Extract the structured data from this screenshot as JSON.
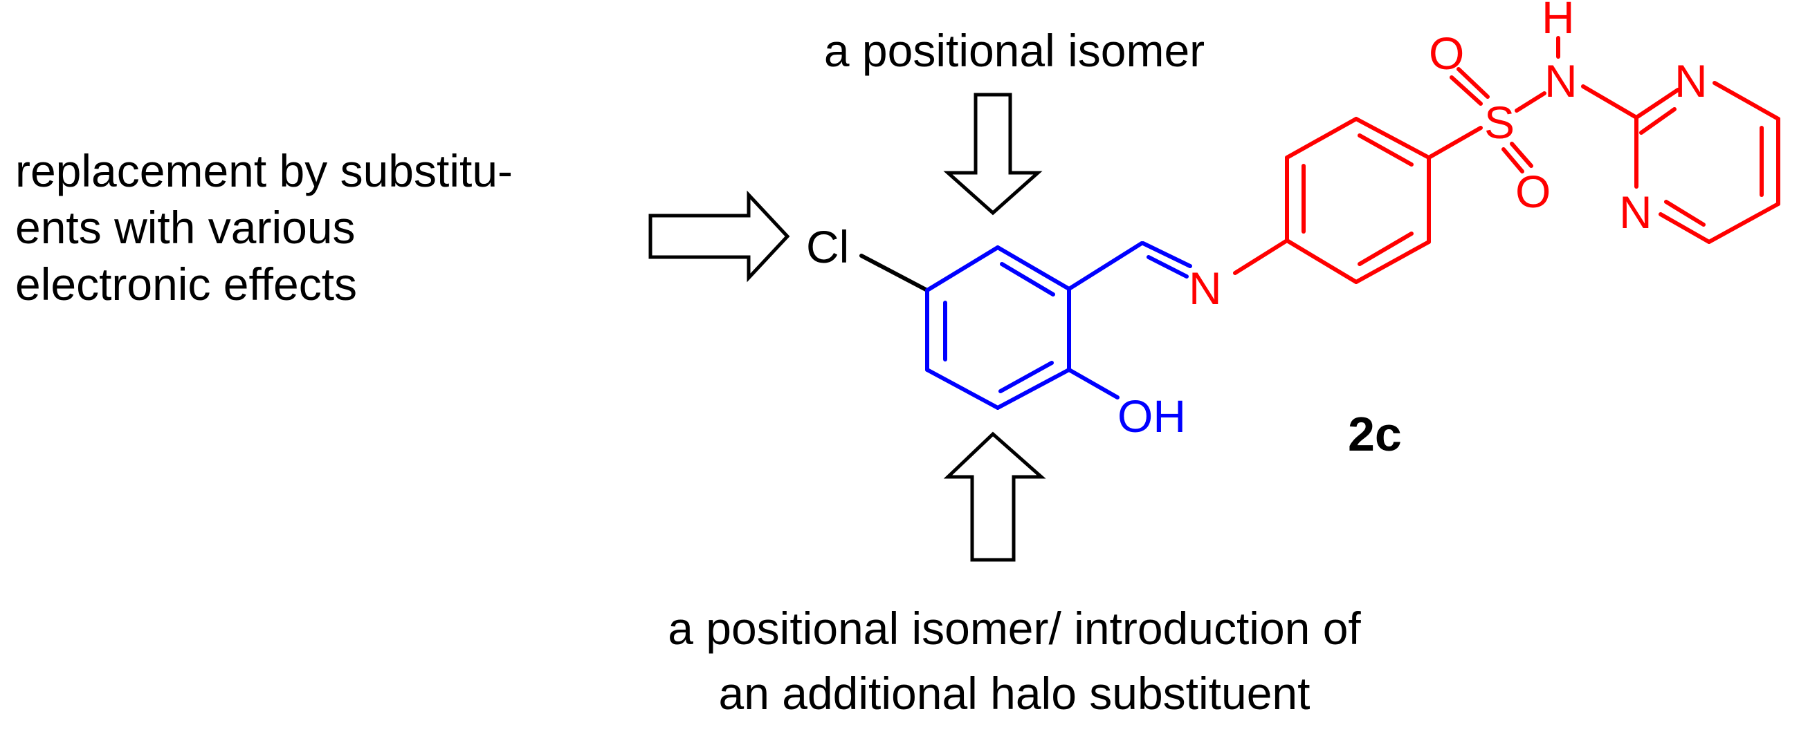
{
  "annotations": {
    "top": "a positional isomer",
    "left_lines": [
      "replacement by substitu-",
      "ents with various",
      "electronic effects"
    ],
    "bottom_lines": [
      "a positional isomer/ introduction of",
      "an additional halo substituent"
    ]
  },
  "compound_label": "2c",
  "atoms": {
    "cl": "Cl",
    "n_imine": "N",
    "oh": "OH",
    "s": "S",
    "o_top": "O",
    "o_bottom": "O",
    "nh_n": "N",
    "nh_h": "H",
    "pyr_n1": "N",
    "pyr_n2": "N"
  },
  "colors": {
    "black_fragment": "#000000",
    "blue_fragment": "#0000ff",
    "red_fragment": "#ff0000"
  }
}
